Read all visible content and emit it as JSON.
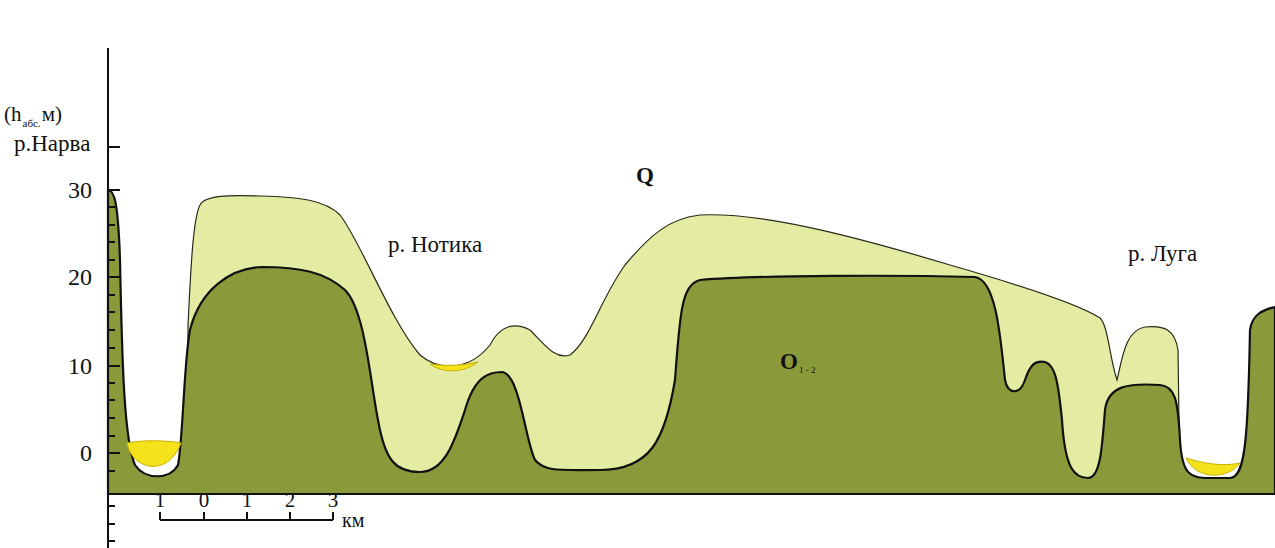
{
  "diagram": {
    "labels": [
      "(h",
      "абс.",
      "м)",
      "р.Нарва",
      "30",
      "20",
      "10",
      "0",
      "р. Нотика",
      "Q",
      "O",
      "1 - 2",
      "р. Луга",
      "1",
      "0",
      "1",
      "2",
      "3",
      "км"
    ]
  }
}
